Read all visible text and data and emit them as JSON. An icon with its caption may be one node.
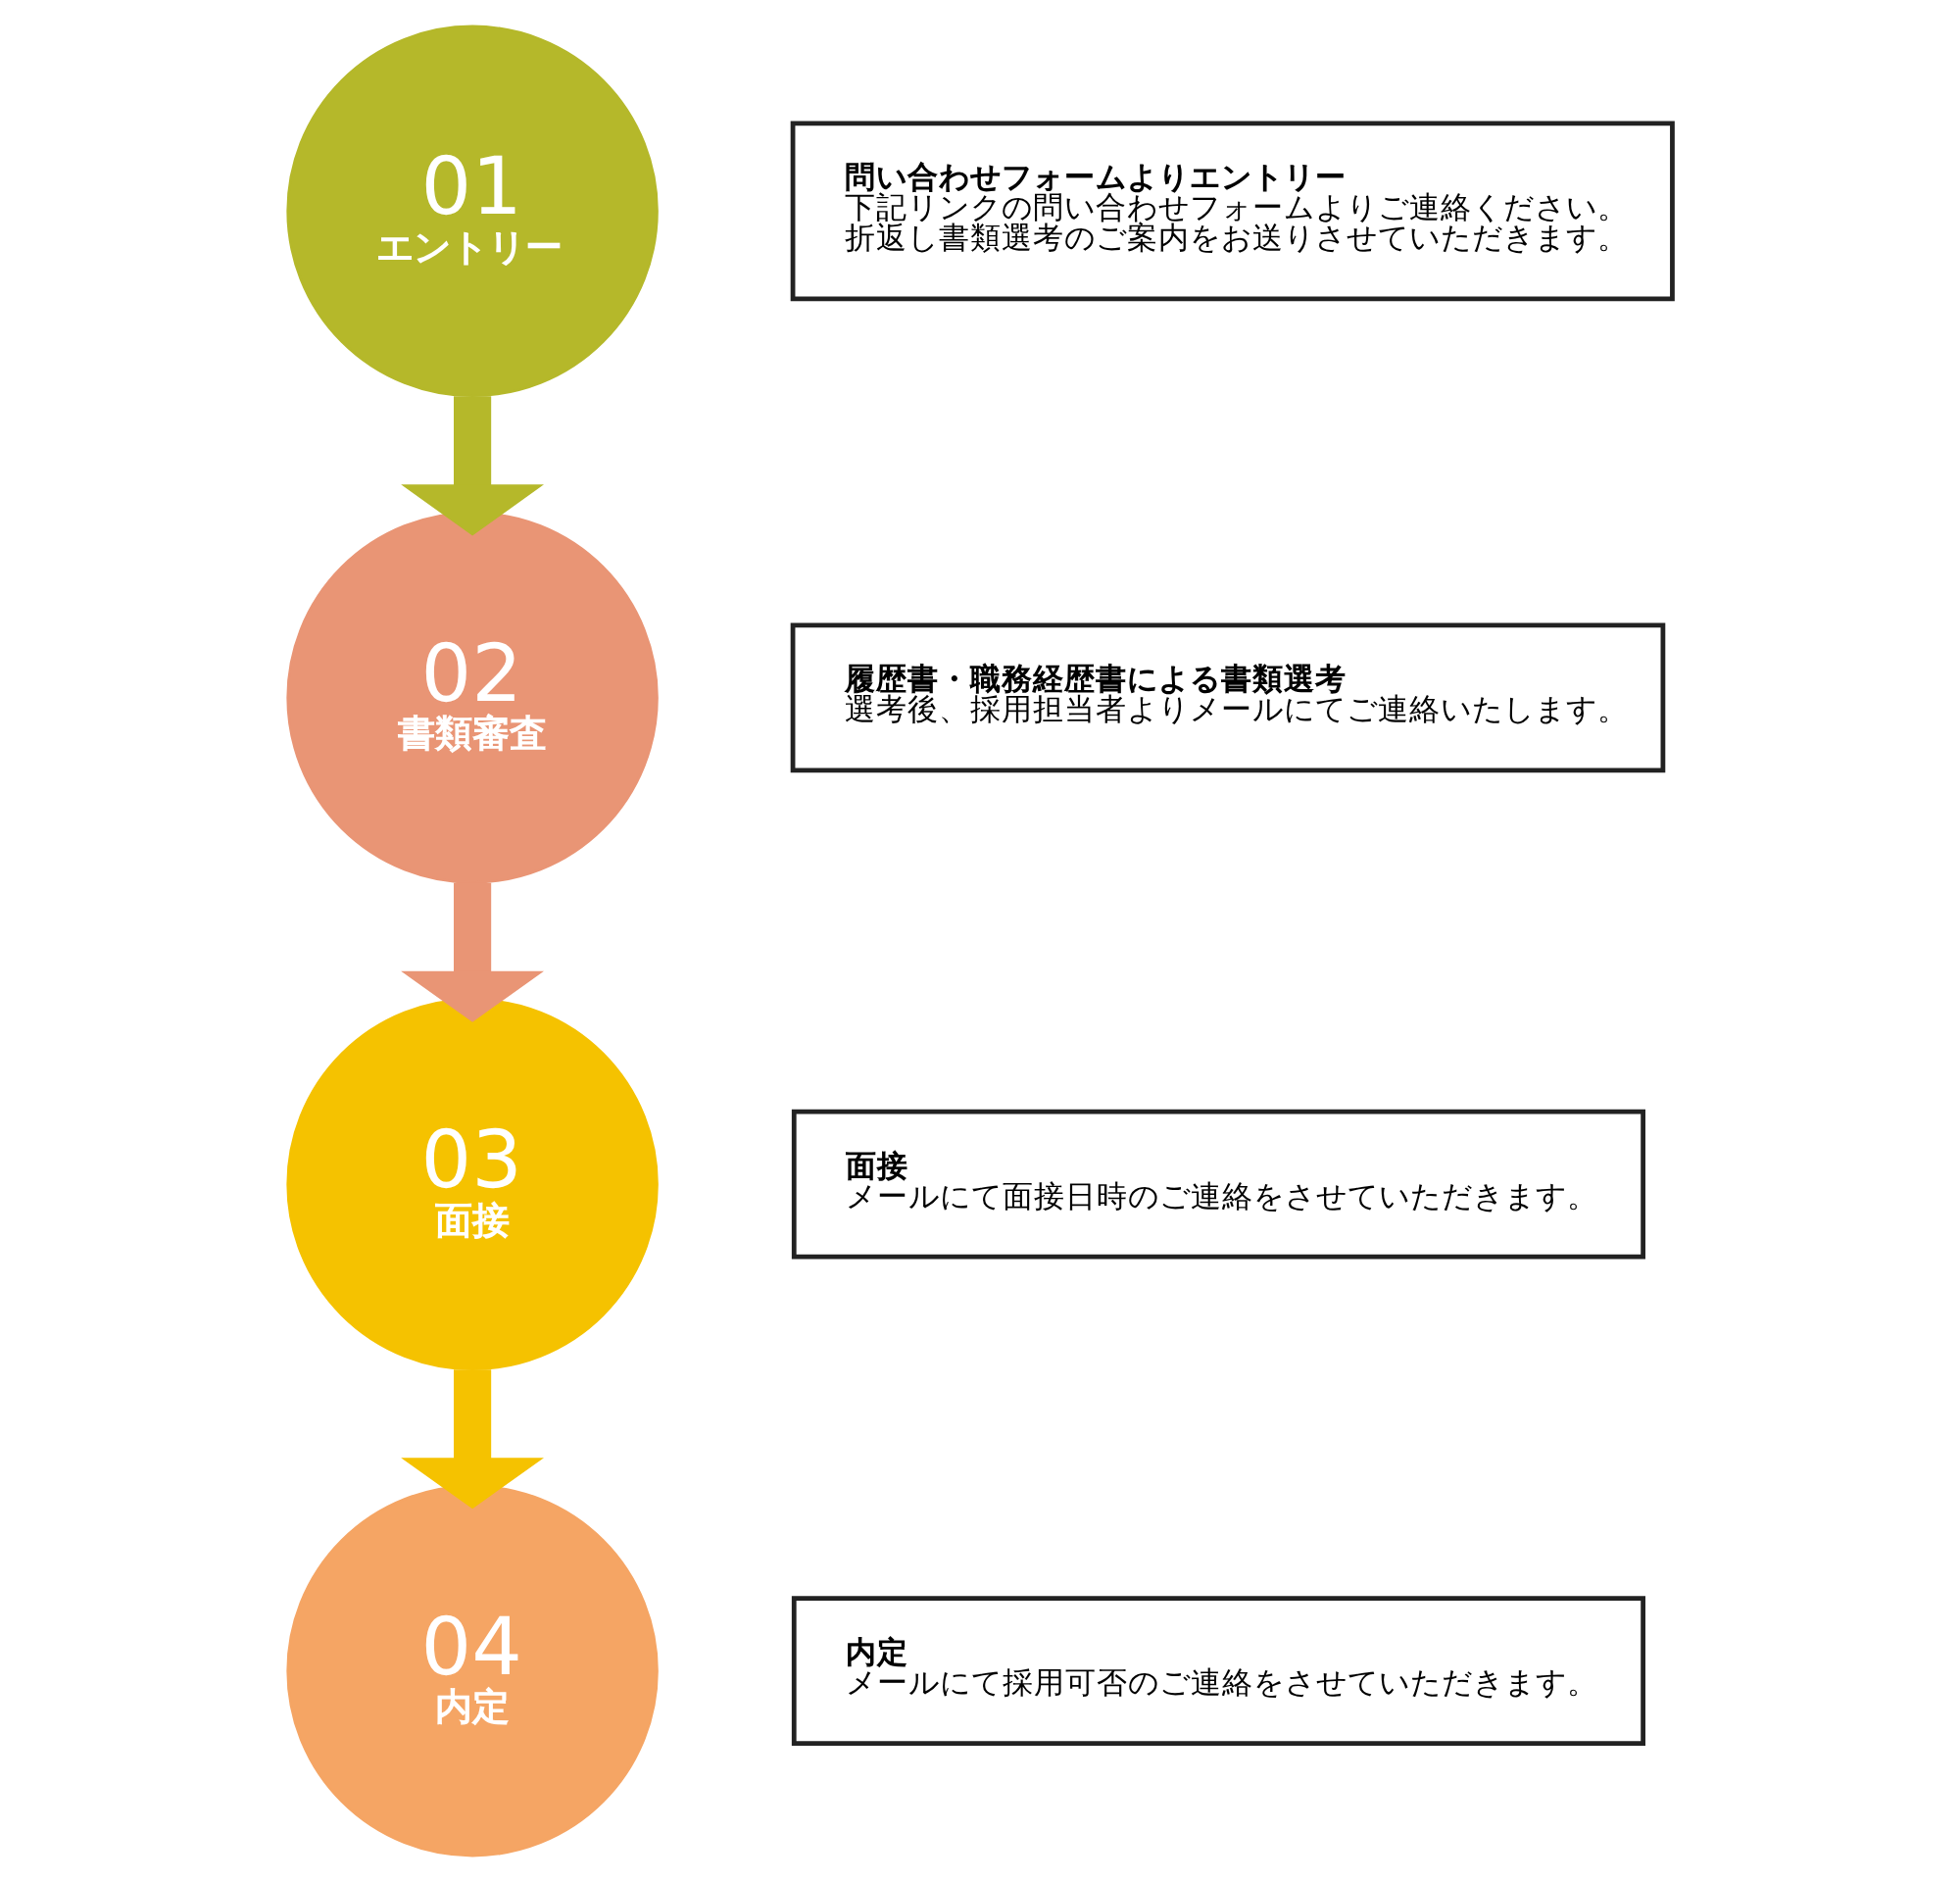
{
  "diagram": {
    "nodes": [
      {
        "text": [
          "01",
          "エントリー"
        ]
      },
      {
        "text": [
          "問い合わせフォームよりエントリー",
          "下記リンクの問い合わせフォームよりご連絡ください。折返し書類選考のご案内をお送りさせていただきます。"
        ]
      },
      {
        "text": [
          "02",
          "書類審査"
        ]
      },
      {
        "text": [
          "履歴書・職務経歴書による書類選考",
          "選考後、採用担当者よりメールにてご連絡いたします。"
        ]
      },
      {
        "text": [
          "03",
          "面接"
        ]
      },
      {
        "text": [
          "面接",
          "メールにて面接日時のご連絡をさせていただきます。"
        ]
      },
      {
        "text": [
          "04",
          "内定"
        ]
      },
      {
        "text": [
          "内定",
          "メールにて採用可否のご連絡をさせていただきます。"
        ]
      }
    ],
    "edges": [
      {
        "from": 0,
        "to": 2,
        "arrow": "to",
        "color": "#b5b82a"
      },
      {
        "from": 2,
        "to": 4,
        "arrow": "to",
        "color": "#e99575"
      },
      {
        "from": 4,
        "to": 6,
        "arrow": "to",
        "color": "#f5c200"
      }
    ]
  }
}
